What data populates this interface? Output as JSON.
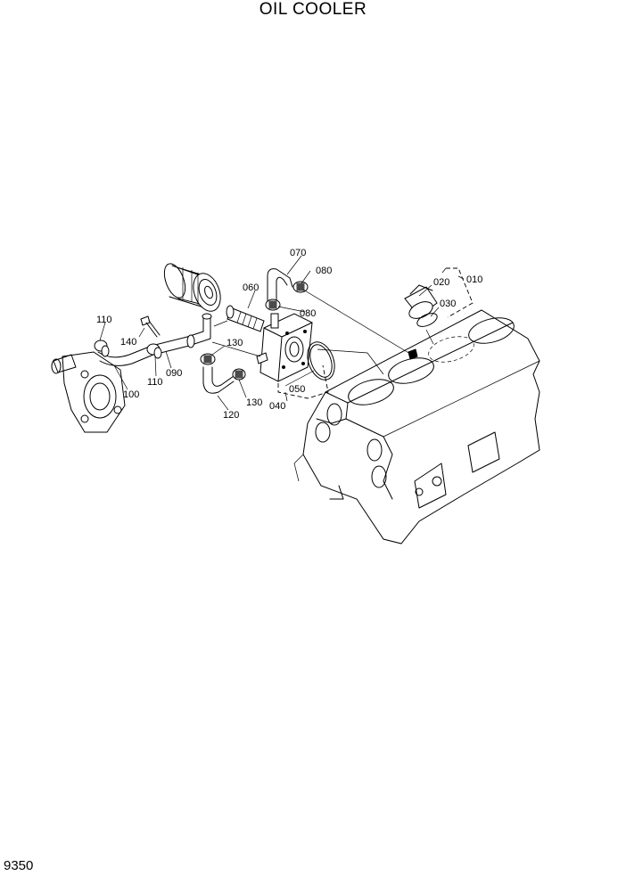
{
  "header": {
    "title": "OIL COOLER"
  },
  "footer": {
    "page_number": "9350"
  },
  "callouts": {
    "p010": "010",
    "p020": "020",
    "p030": "030",
    "p040": "040",
    "p050": "050",
    "p060": "060",
    "p070": "070",
    "p080a": "080",
    "p080b": "080",
    "p090": "090",
    "p100": "100",
    "p110a": "110",
    "p110b": "110",
    "p120": "120",
    "p130a": "130",
    "p130b": "130",
    "p140": "140"
  }
}
